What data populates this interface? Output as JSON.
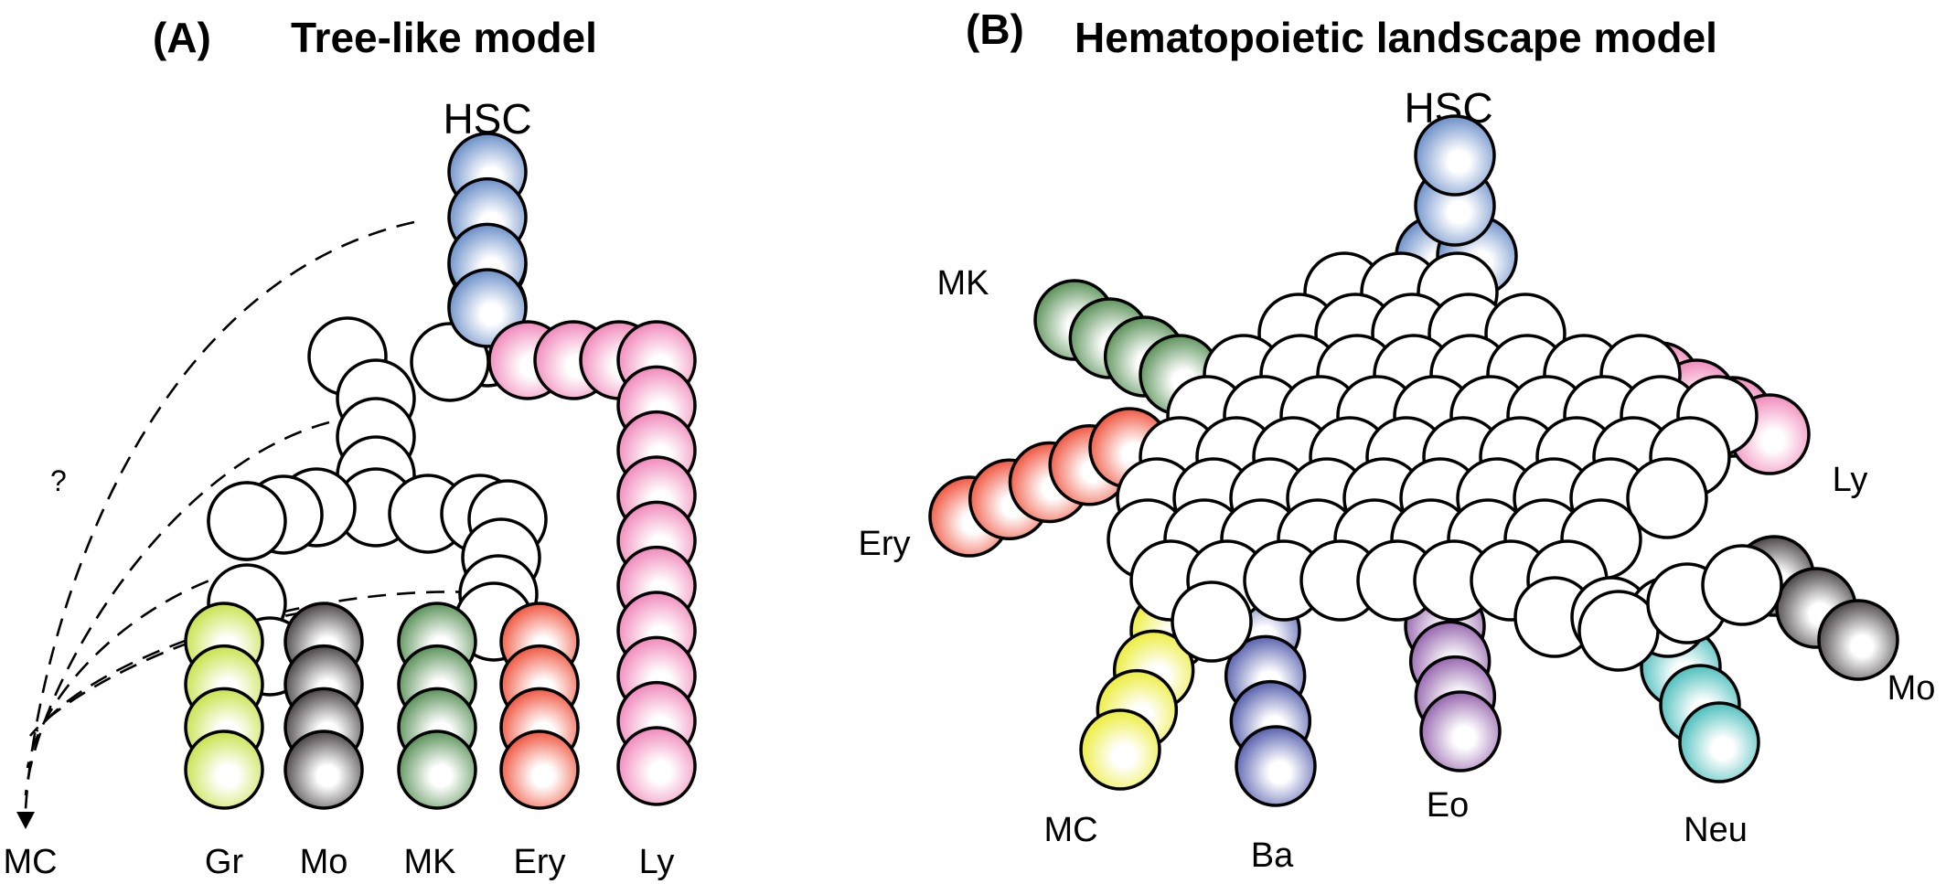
{
  "panels": {
    "a": {
      "tag": "(A)",
      "title": "Tree-like model",
      "stem_label": "HSC",
      "question_mark": "?",
      "target_label": "MC",
      "lineage_labels": {
        "gr": "Gr",
        "mo": "Mo",
        "mk": "MK",
        "ery": "Ery",
        "ly": "Ly"
      }
    },
    "b": {
      "tag": "(B)",
      "title": "Hematopoietic landscape model",
      "stem_label": "HSC",
      "lineage_labels": {
        "mk": "MK",
        "ery": "Ery",
        "ly": "Ly",
        "mo": "Mo",
        "mc": "MC",
        "ba": "Ba",
        "eo": "Eo",
        "neu": "Neu"
      }
    }
  },
  "colors": {
    "hsc": "#5e86c4",
    "gr": "#c3e03d",
    "mo": "#3d3639",
    "mk": "#4e8a4c",
    "ery": "#ef4a32",
    "ly": "#ef7fb5",
    "mc": "#ebeb2c",
    "ba": "#4a54a8",
    "eo": "#8f5aa8",
    "neu": "#3ebab8",
    "progenitor": "#ffffff"
  }
}
